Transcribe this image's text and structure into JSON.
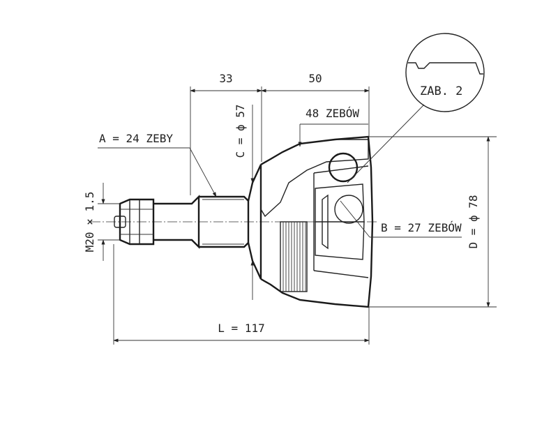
{
  "dimensions": {
    "d33": "33",
    "d50": "50",
    "teeth_outer": "48 ZEBÓW",
    "c_dia": "C = ϕ 57",
    "a_teeth": "A = 24 ZEBY",
    "thread": "M20 × 1.5",
    "b_teeth": "B = 27 ZEBÓW",
    "d_dia": "D = ϕ 78",
    "length": "L = 117"
  },
  "detail": {
    "label": "ZAB. 2"
  },
  "colors": {
    "line": "#222222",
    "background": "#ffffff"
  }
}
